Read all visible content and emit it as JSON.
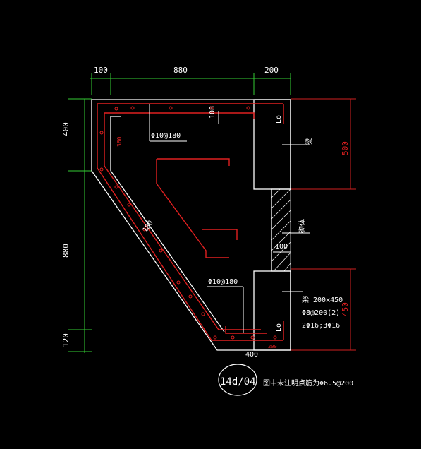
{
  "colors": {
    "background": "#000000",
    "outline": "#ffffff",
    "rebar": "#e02020",
    "dimension_green": "#33cc33",
    "dimension_red": "#d11f1f"
  },
  "top_dims": [
    "100",
    "880",
    "200"
  ],
  "left_dims": [
    "400",
    "880",
    "120"
  ],
  "right_dims": [
    "500",
    "450"
  ],
  "labels": {
    "rebar_top": "Φ10@180",
    "rebar_bottom": "Φ10@180",
    "dim_108": "108",
    "dim_360": "360",
    "dim_100_mid": "100",
    "dim_180": "180",
    "lo_top": "Lo",
    "lo_bottom": "Lo",
    "beam_note_top": "梁",
    "brick": "砌体",
    "beam_spec": "梁 200x450",
    "stirrup": "Φ8@200(2)",
    "long_bars": "2Φ16;3Φ16",
    "bottom_small": "200",
    "bottom_400": "400",
    "detail_id": "14d/04",
    "note": "图中未注明点筋为Φ6.5@200"
  }
}
